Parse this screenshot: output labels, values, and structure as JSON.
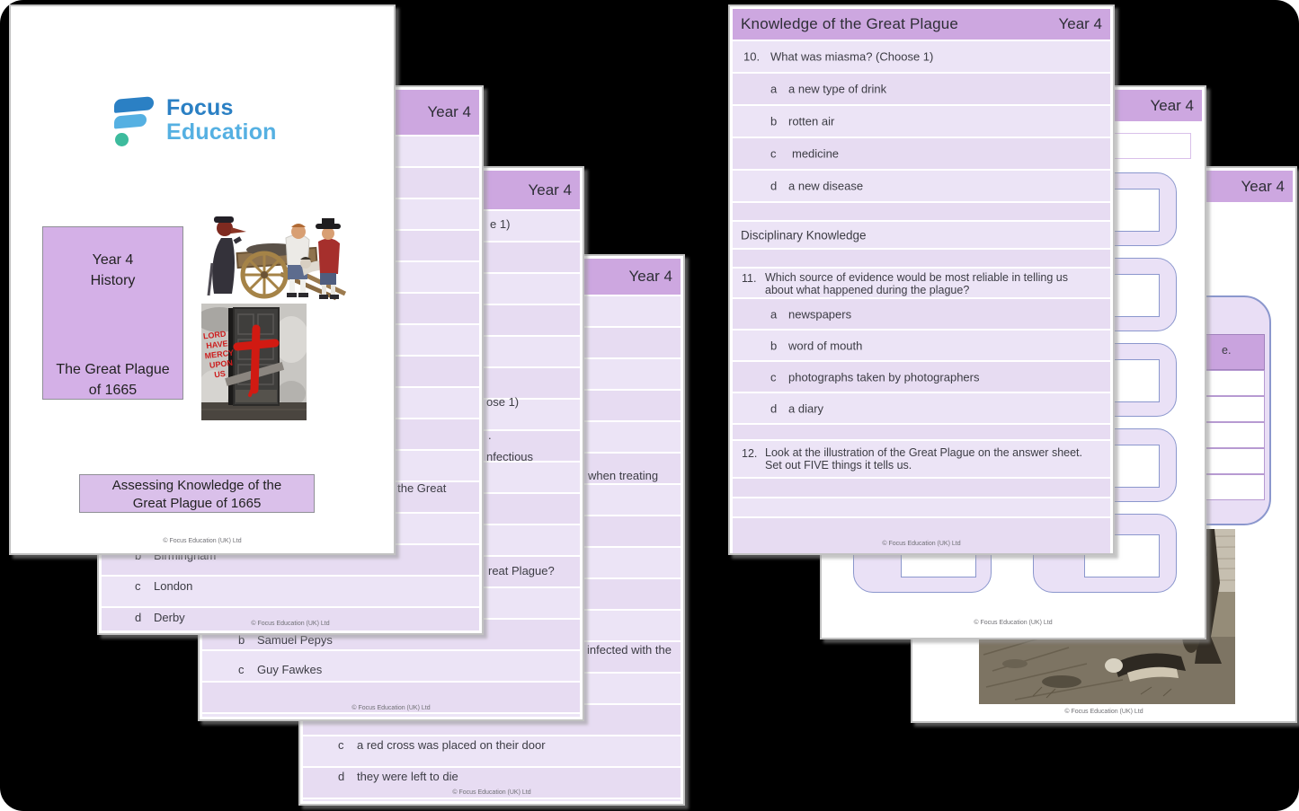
{
  "header": {
    "title": "Knowledge of the Great Plague",
    "year": "Year 4"
  },
  "footer_text": "© Focus Education (UK) Ltd",
  "colors": {
    "band_purple": "#cda7e0",
    "stripe_light": "#ece4f6",
    "stripe_dark": "#e7dcf2",
    "card_border": "#8b97cd",
    "logo_blue_dark": "#2b80c4",
    "logo_blue_light": "#55b0e2",
    "logo_teal": "#3dbb9d",
    "cross_red": "#d11a12"
  },
  "cover": {
    "logo_word1": "Focus",
    "logo_word2": "Education",
    "title_box": {
      "line1": "Year 4",
      "line2": "History",
      "line3": "The Great Plague",
      "line4": "of 1665"
    },
    "assess_box": {
      "line1": "Assessing Knowledge of the",
      "line2": "Great Plague of 1665"
    },
    "graffiti": {
      "l1": "LORD",
      "l2": "HAVE",
      "l3": "MERCY",
      "l4": "UPON",
      "l5": "US"
    }
  },
  "page_b": {
    "frag_question_tail": "y the Great",
    "opt1": {
      "letter": "b",
      "text": "Birmingham"
    },
    "opt2": {
      "letter": "c",
      "text": "London"
    },
    "opt3": {
      "letter": "d",
      "text": "Derby"
    }
  },
  "page_c": {
    "frag_choose1": "e 1)",
    "frag_choose2": "ose 1)",
    "frag_dot": ".",
    "frag_infectious": "nfectious",
    "frag_question_tail": "reat Plague?",
    "opt1": {
      "letter": "b",
      "text": "Samuel Pepys"
    },
    "opt2": {
      "letter": "c",
      "text": "Guy Fawkes"
    }
  },
  "page_d": {
    "frag_when_treating": "when treating",
    "frag_infected": "infected with the",
    "opt1": {
      "letter": "c",
      "text": "a red cross was placed on their door"
    },
    "opt2": {
      "letter": "d",
      "text": "they were left to die"
    }
  },
  "page_e": {
    "q10": {
      "num": "10.",
      "text": "What was miasma? (Choose 1)"
    },
    "q10_a": {
      "letter": "a",
      "text": "a new type of drink"
    },
    "q10_b": {
      "letter": "b",
      "text": "rotten air"
    },
    "q10_c": {
      "letter": "c",
      "text": "medicine"
    },
    "q10_d": {
      "letter": "d",
      "text": "a new disease"
    },
    "section": "Disciplinary Knowledge",
    "q11": {
      "num": "11.",
      "line1": "Which source of evidence would be most reliable in telling us",
      "line2": "about what happened during the plague?"
    },
    "q11_a": {
      "letter": "a",
      "text": "newspapers"
    },
    "q11_b": {
      "letter": "b",
      "text": "word of mouth"
    },
    "q11_c": {
      "letter": "c",
      "text": "photographs taken by photographers"
    },
    "q11_d": {
      "letter": "d",
      "text": "a diary"
    },
    "q12": {
      "num": "12.",
      "line1": "Look at the illustration of the Great Plague on the answer sheet.",
      "line2": "Set out FIVE things it tells us."
    }
  },
  "page_g": {
    "frag_banner_tail": "e."
  }
}
